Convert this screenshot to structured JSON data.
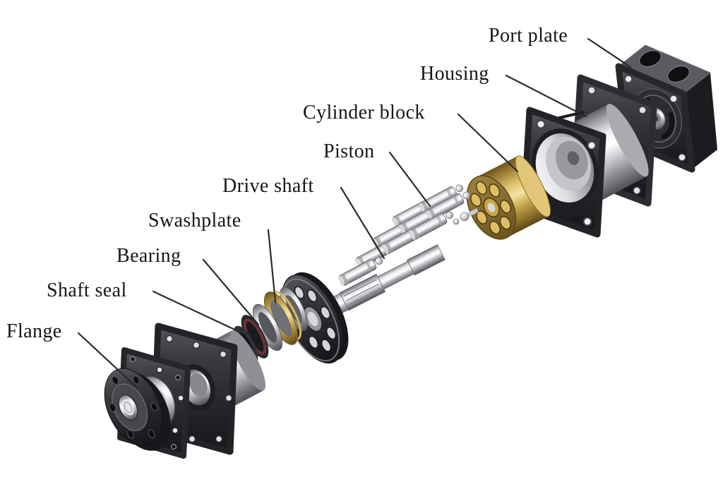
{
  "labels": [
    {
      "id": "port-plate",
      "text": "Port plate"
    },
    {
      "id": "housing",
      "text": "Housing"
    },
    {
      "id": "cylinder-block",
      "text": "Cylinder block"
    },
    {
      "id": "piston",
      "text": "Piston"
    },
    {
      "id": "drive-shaft",
      "text": "Drive shaft"
    },
    {
      "id": "swashplate",
      "text": "Swashplate"
    },
    {
      "id": "bearing",
      "text": "Bearing"
    },
    {
      "id": "shaft-seal",
      "text": "Shaft seal"
    },
    {
      "id": "flange",
      "text": "Flange"
    }
  ],
  "colors": {
    "background": "#ffffff",
    "label_text": "#161616",
    "leader_line": "#2b2b2b",
    "brass": "#c8a54d",
    "steel": "#c7c9cd",
    "dark_metal": "#2c2d31"
  }
}
